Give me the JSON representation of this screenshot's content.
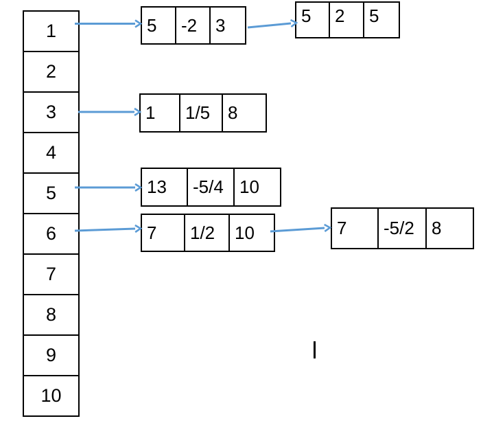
{
  "colors": {
    "arrow": "#5B9BD5",
    "border": "#000000",
    "text": "#000000",
    "background": "#FFFFFF"
  },
  "array": {
    "cells": [
      "1",
      "2",
      "3",
      "4",
      "5",
      "6",
      "7",
      "8",
      "9",
      "10"
    ]
  },
  "nodes": {
    "row1_node1": {
      "values": [
        "5",
        "-2",
        "3"
      ]
    },
    "row1_node2": {
      "values": [
        "5",
        "2",
        "5"
      ]
    },
    "row3_node1": {
      "values": [
        "1",
        "1/5",
        "8"
      ]
    },
    "row5_node1": {
      "values": [
        "13",
        "-5/4",
        "10"
      ]
    },
    "row6_node1": {
      "values": [
        "7",
        "1/2",
        "10"
      ]
    },
    "row6_node2": {
      "values": [
        "7",
        "-5/2",
        "8"
      ]
    }
  },
  "edges": [
    {
      "from": "array-cell-1",
      "to": "row1_node1"
    },
    {
      "from": "row1_node1",
      "to": "row1_node2"
    },
    {
      "from": "array-cell-3",
      "to": "row3_node1"
    },
    {
      "from": "array-cell-5",
      "to": "row5_node1"
    },
    {
      "from": "array-cell-6",
      "to": "row6_node1"
    },
    {
      "from": "row6_node1",
      "to": "row6_node2"
    }
  ]
}
